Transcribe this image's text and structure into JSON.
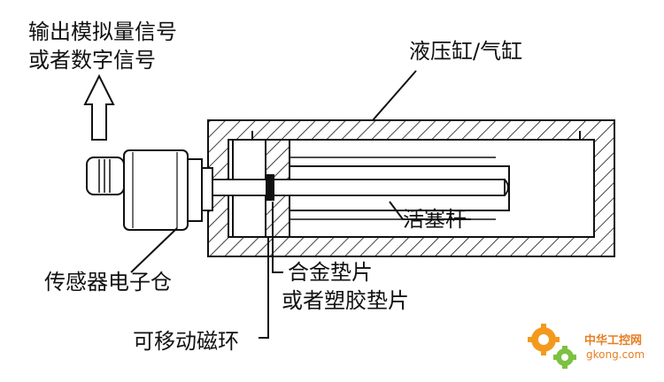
{
  "labels": {
    "output_line1": "输出模拟量信号",
    "output_line2": "或者数字信号",
    "cylinder": "液压缸/气缸",
    "piston_rod": "活塞杆",
    "sensor_housing": "传感器电子仓",
    "gasket_line1": "合金垫片",
    "gasket_line2": "或者塑胶垫片",
    "magnet_ring": "可移动磁环"
  },
  "watermark": {
    "site_name": "中华工控网",
    "domain": "gkong.com"
  },
  "colors": {
    "line": "#111111",
    "watermark_orange": "#f39a1d",
    "watermark_green": "#7cc242",
    "watermark_text": "#e67e22"
  }
}
